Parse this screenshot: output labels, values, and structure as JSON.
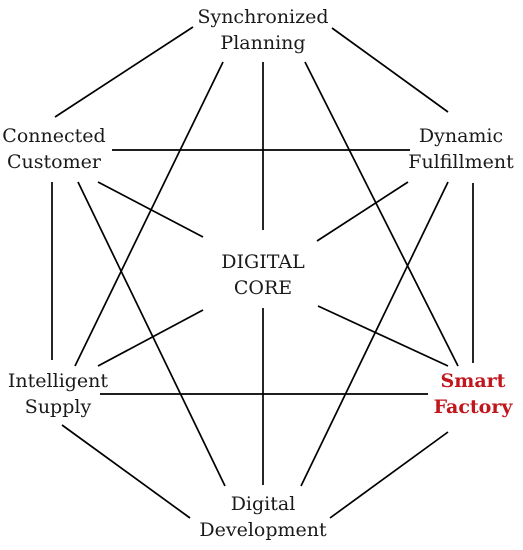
{
  "colors": {
    "text": "#1a1a1a",
    "line": "#000000",
    "highlight": "#c0161c"
  },
  "nodes": {
    "planning": {
      "lines": [
        "Synchronized",
        "Planning"
      ]
    },
    "fulfillment": {
      "lines": [
        "Dynamic",
        "Fulfillment"
      ]
    },
    "factory": {
      "lines": [
        "Smart",
        "Factory"
      ],
      "highlighted": true
    },
    "development": {
      "lines": [
        "Digital",
        "Development"
      ]
    },
    "supply": {
      "lines": [
        "Intelligent",
        "Supply"
      ]
    },
    "customer": {
      "lines": [
        "Connected",
        "Customer"
      ]
    },
    "core": {
      "lines": [
        "DIGITAL",
        "CORE"
      ]
    }
  }
}
